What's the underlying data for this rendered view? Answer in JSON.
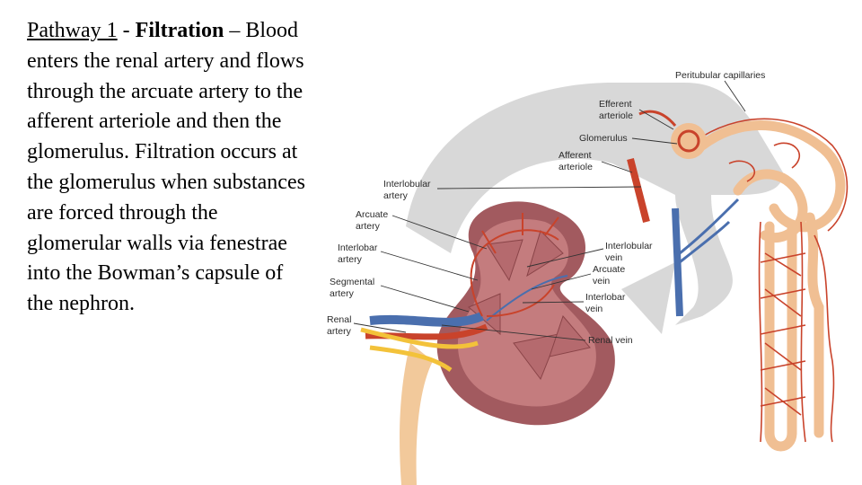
{
  "text": {
    "pathway": "Pathway 1",
    "sep1": " - ",
    "bold_title": "Filtration",
    "sep2": " – ",
    "body": "Blood enters the renal artery and flows through the arcuate artery to the afferent arteriole and then the glomerulus. Filtration occurs at the glomerulus when substances are forced through the glomerular walls via fenestrae into the Bowman’s capsule of the nephron."
  },
  "figure": {
    "labels": {
      "peritubular": "Peritubular capillaries",
      "efferent_1": "Efferent",
      "efferent_2": "arteriole",
      "glomerulus": "Glomerulus",
      "afferent_1": "Afferent",
      "afferent_2": "arteriole",
      "interlobular_a_1": "Interlobular",
      "interlobular_a_2": "artery",
      "arcuate_a_1": "Arcuate",
      "arcuate_a_2": "artery",
      "interlobar_a_1": "Interlobar",
      "interlobar_a_2": "artery",
      "segmental_1": "Segmental",
      "segmental_2": "artery",
      "renal_artery_1": "Renal",
      "renal_artery_2": "artery",
      "interlobular_v_1": "Interlobular",
      "interlobular_v_2": "vein",
      "arcuate_v_1": "Arcuate",
      "arcuate_v_2": "vein",
      "interlobar_v_1": "Interlobar",
      "interlobar_v_2": "vein",
      "renal_vein": "Renal vein"
    },
    "colors": {
      "artery": "#c9432b",
      "vein": "#4a6fae",
      "tubule": "#f0bf93",
      "kidney": "#a25a5f",
      "ureter": "#f2c99b",
      "nerve": "#f3c23a",
      "arrow": "#d5d5d5"
    }
  }
}
